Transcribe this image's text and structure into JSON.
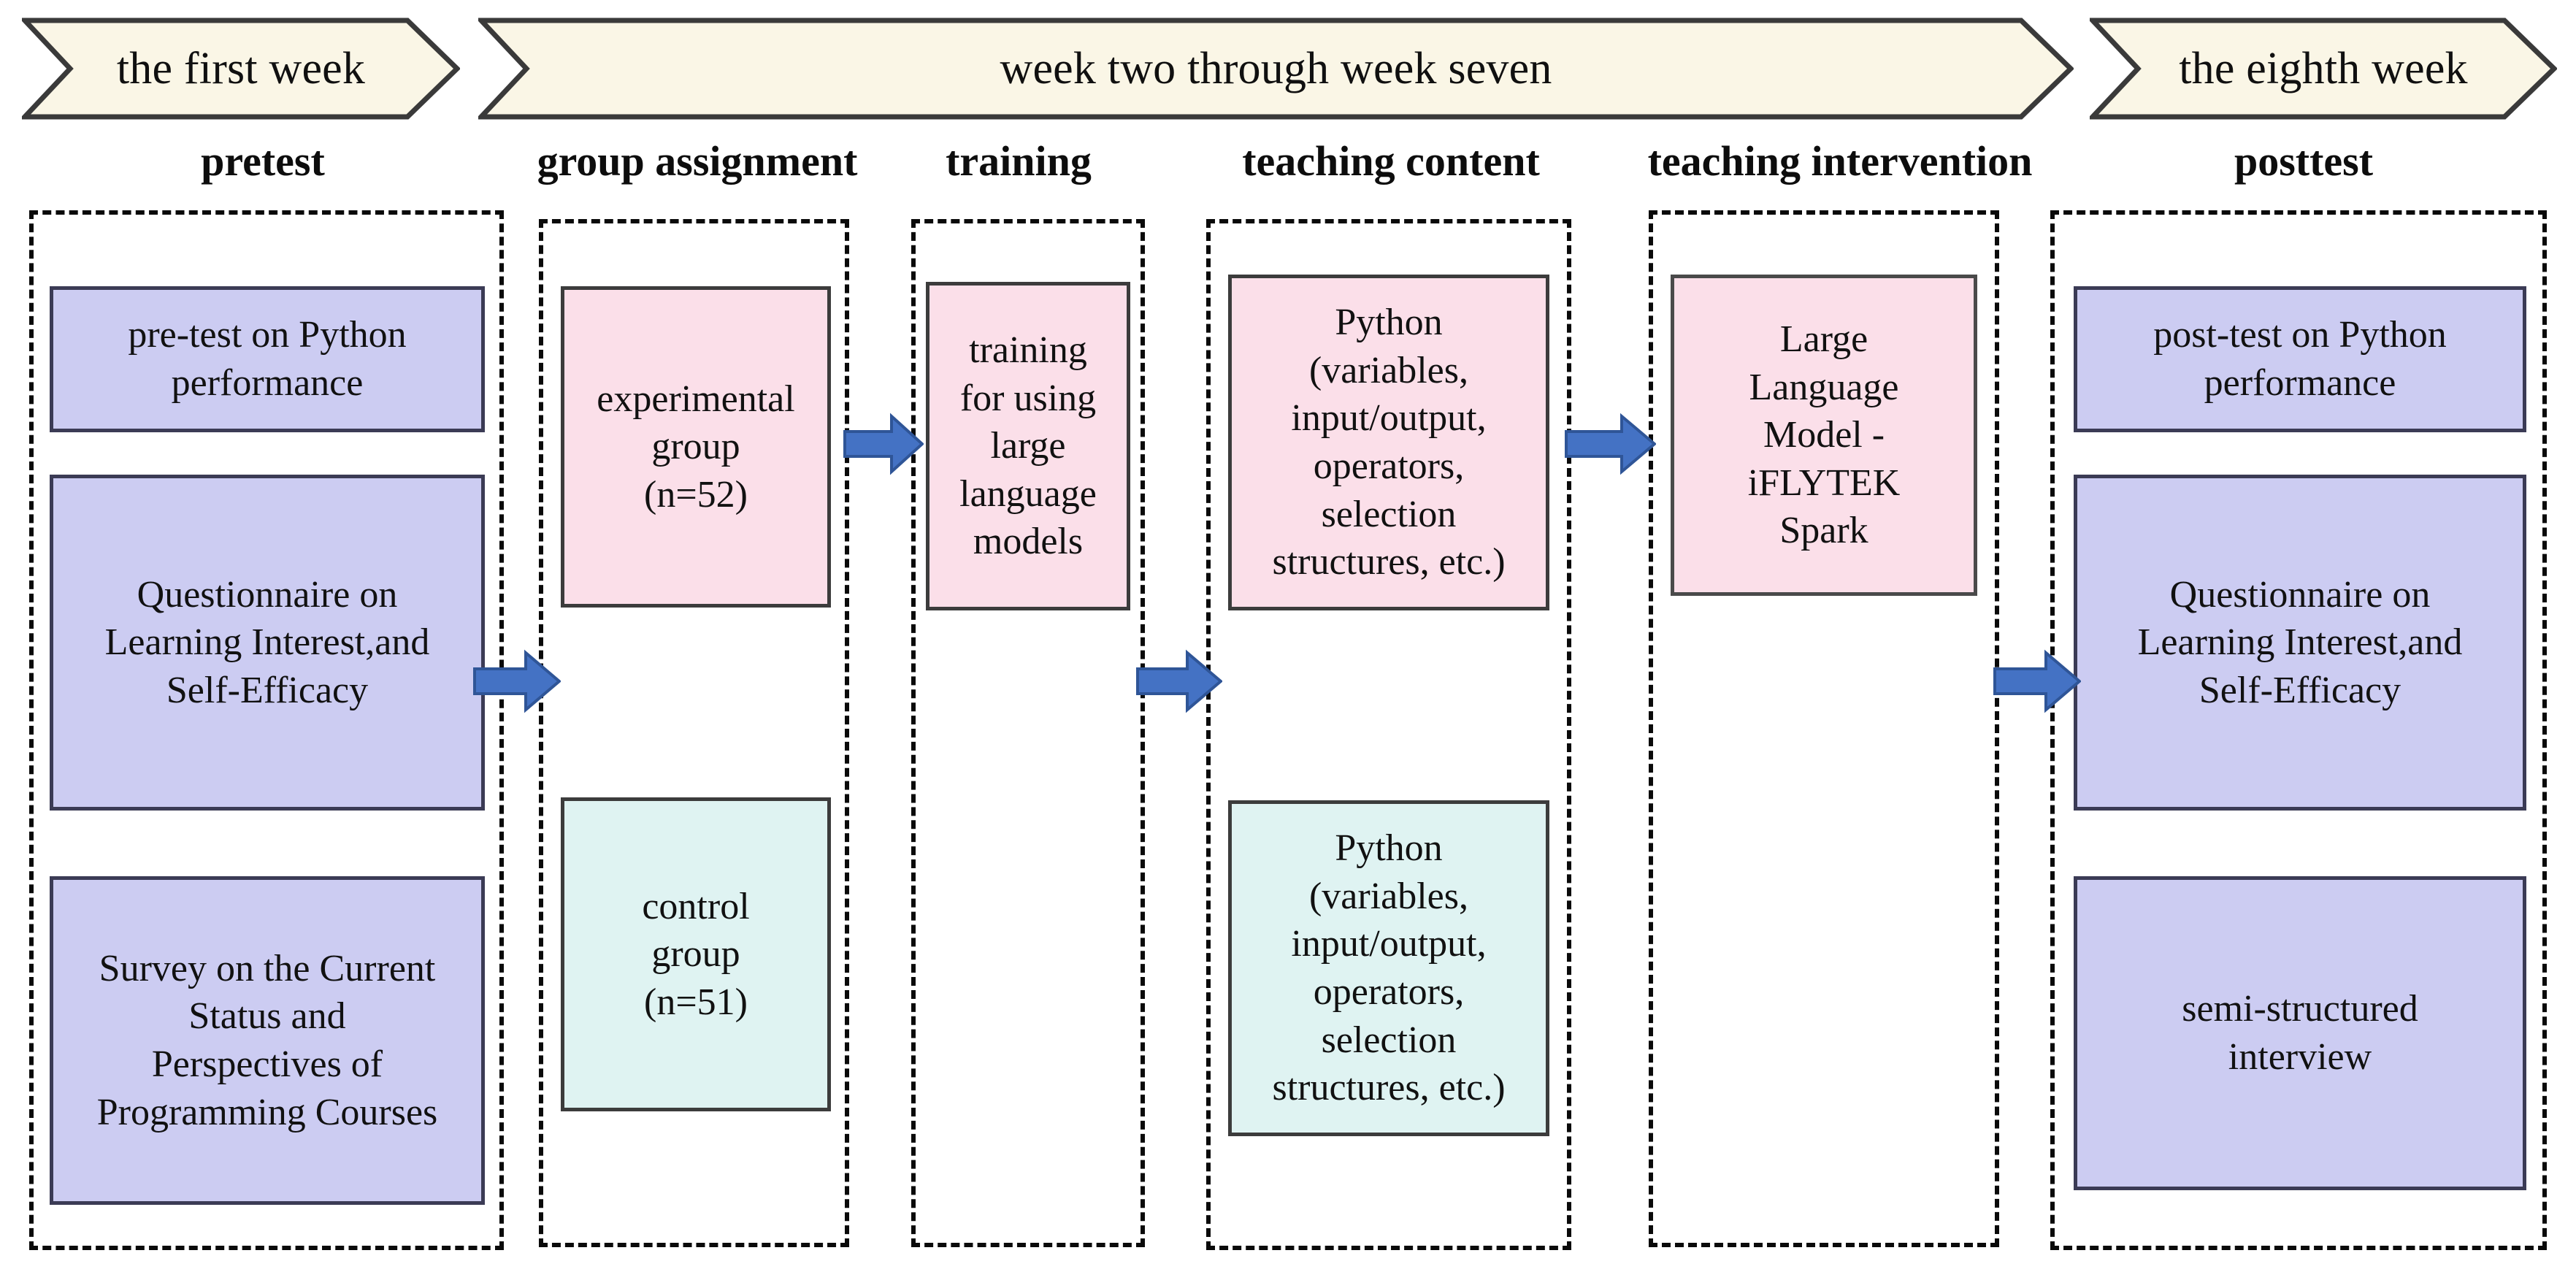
{
  "figure": {
    "type": "flowchart",
    "title_present": false,
    "colors": {
      "banner_fill": "#faf6e6",
      "banner_stroke": "#3a3a3a",
      "lavender_box": "#ccccf2",
      "pink_box": "#fbdfe9",
      "mint_box": "#dff3f2",
      "arrow_fill": "#4472c4",
      "arrow_stroke": "#2f5597",
      "dashed_border": "#0a0a0a"
    }
  },
  "timeline": {
    "banners": [
      {
        "label": "the first week"
      },
      {
        "label": "week two through week seven"
      },
      {
        "label": "the eighth week"
      }
    ]
  },
  "stages": [
    {
      "id": "pretest",
      "header": "pretest"
    },
    {
      "id": "group-assignment",
      "header": "group assignment"
    },
    {
      "id": "training",
      "header": "training"
    },
    {
      "id": "teaching-content",
      "header": "teaching content"
    },
    {
      "id": "teaching-intervention",
      "header": "teaching intervention"
    },
    {
      "id": "posttest",
      "header": "posttest"
    }
  ],
  "boxes": {
    "pretest": [
      {
        "id": "pre-test-python",
        "text": "pre-test on Python\nperformance",
        "style": "lavender"
      },
      {
        "id": "questionnaire-pre",
        "text": "Questionnaire on\nLearning Interest,and\nSelf-Efficacy",
        "style": "lavender"
      },
      {
        "id": "survey-programming-courses",
        "text": "Survey on the Current\nStatus and\nPerspectives of\nProgramming Courses",
        "style": "lavender"
      }
    ],
    "group_assignment": [
      {
        "id": "experimental-group",
        "text": "experimental\ngroup\n(n=52)",
        "style": "pink"
      },
      {
        "id": "control-group",
        "text": "control\ngroup\n(n=51)",
        "style": "mint"
      }
    ],
    "training": [
      {
        "id": "llm-training",
        "text": "training\nfor using\nlarge\nlanguage\nmodels",
        "style": "pink"
      }
    ],
    "teaching_content": [
      {
        "id": "python-content-experimental",
        "text": "Python\n(variables,\ninput/output,\noperators,\nselection\nstructures, etc.)",
        "style": "pink"
      },
      {
        "id": "python-content-control",
        "text": "Python\n(variables,\ninput/output,\noperators,\nselection\nstructures, etc.)",
        "style": "mint"
      }
    ],
    "teaching_intervention": [
      {
        "id": "iflytek-spark",
        "text": "Large\nLanguage\nModel -\niFLYTEK\nSpark",
        "style": "pink"
      }
    ],
    "posttest": [
      {
        "id": "post-test-python",
        "text": "post-test on Python\nperformance",
        "style": "lavender"
      },
      {
        "id": "questionnaire-post",
        "text": "Questionnaire on\nLearning Interest,and\nSelf-Efficacy",
        "style": "lavender"
      },
      {
        "id": "semi-structured-interview",
        "text": "semi-structured\ninterview",
        "style": "lavender"
      }
    ]
  },
  "arrows": [
    {
      "id": "pretest-to-group",
      "from": "pretest",
      "to": "group-assignment"
    },
    {
      "id": "group-to-training",
      "from": "group-assignment",
      "to": "training"
    },
    {
      "id": "training-to-content",
      "from": "training",
      "to": "teaching-content"
    },
    {
      "id": "content-to-intervention",
      "from": "teaching-content",
      "to": "teaching-intervention"
    },
    {
      "id": "intervention-to-posttest",
      "from": "teaching-intervention",
      "to": "posttest"
    }
  ]
}
